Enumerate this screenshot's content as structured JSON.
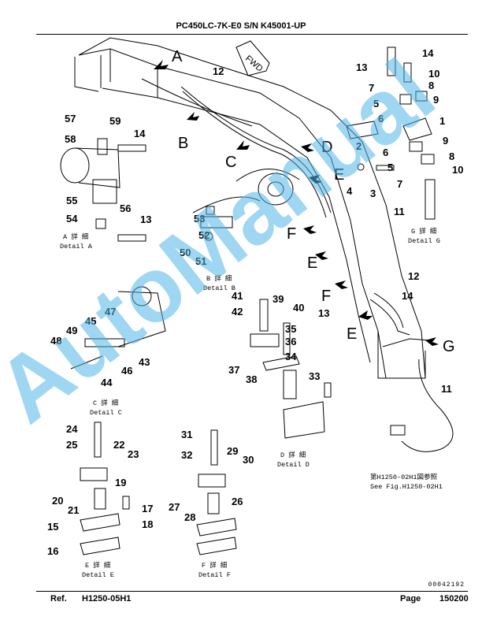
{
  "header": {
    "title": "PC450LC-7K-E0 S/N K45001-UP"
  },
  "callouts": [
    "57",
    "59",
    "14",
    "58",
    "55",
    "56",
    "54",
    "13",
    "53",
    "52",
    "50",
    "51",
    "12",
    "13",
    "14",
    "7",
    "10",
    "8",
    "5",
    "9",
    "6",
    "1",
    "2",
    "6",
    "9",
    "4",
    "3",
    "5",
    "8",
    "10",
    "7",
    "11",
    "12",
    "14",
    "13",
    "11",
    "41",
    "39",
    "42",
    "40",
    "35",
    "36",
    "34",
    "37",
    "38",
    "33",
    "47",
    "45",
    "49",
    "48",
    "44",
    "46",
    "43",
    "24",
    "25",
    "22",
    "23",
    "19",
    "20",
    "21",
    "17",
    "18",
    "15",
    "16",
    "31",
    "32",
    "29",
    "30",
    "27",
    "26",
    "28"
  ],
  "view_letters": {
    "A": "A",
    "B": "B",
    "C": "C",
    "D": "D",
    "E": "E",
    "F": "F",
    "G": "G",
    "E2": "E",
    "F2": "F"
  },
  "fwd_label": "FWD",
  "detail_labels": {
    "a_jp": "A 詳 細",
    "a_en": "Detail A",
    "b_jp": "B 詳 細",
    "b_en": "Detail B",
    "c_jp": "C 詳 細",
    "c_en": "Detail C",
    "d_jp": "D 詳 細",
    "d_en": "Detail D",
    "e_jp": "E 詳 細",
    "e_en": "Detail E",
    "f_jp": "F 詳 細",
    "f_en": "Detail F",
    "g_jp": "G 詳 細",
    "g_en": "Detail G"
  },
  "see_fig": {
    "jp": "第H1250-02H1図参照",
    "en": "See Fig.H1250-02H1"
  },
  "drawing_code": "00042192",
  "watermark": "AutoManual",
  "footer": {
    "ref_label": "Ref.",
    "ref_value": "H1250-05H1",
    "page_label": "Page",
    "page_value": "150200"
  }
}
